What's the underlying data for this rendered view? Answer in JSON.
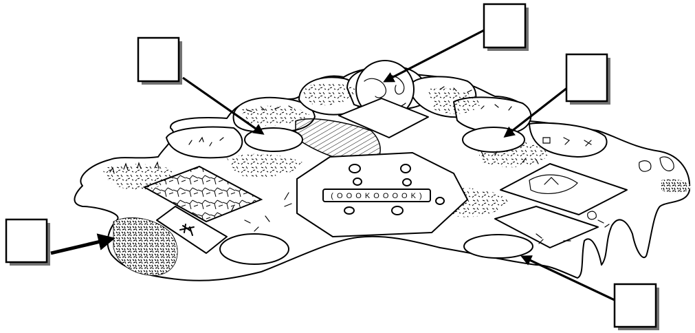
{
  "diagram": {
    "label_boxes": [
      {
        "id": "top",
        "text": ""
      },
      {
        "id": "upper-left",
        "text": ""
      },
      {
        "id": "upper-right",
        "text": ""
      },
      {
        "id": "left",
        "text": ""
      },
      {
        "id": "lower-right",
        "text": ""
      }
    ],
    "center_panel_text": "( O O O K  O O O O K )",
    "colors": {
      "ink": "#000000",
      "background": "#ffffff"
    }
  }
}
